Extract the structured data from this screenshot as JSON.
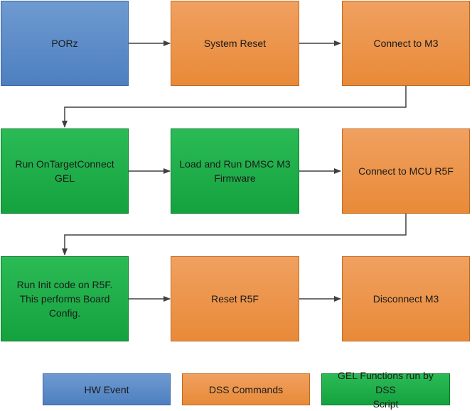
{
  "colors": {
    "hw_event": "#4f81bd",
    "dss_command": "#e98b3a",
    "gel_function": "#1aa541",
    "connector": "#404040"
  },
  "flow": [
    {
      "id": "porz",
      "label": "PORz",
      "kind": "hw_event"
    },
    {
      "id": "system-reset",
      "label": "System Reset",
      "kind": "dss_command"
    },
    {
      "id": "connect-m3",
      "label": "Connect to M3",
      "kind": "dss_command"
    },
    {
      "id": "run-ontargetconnect",
      "label": "Run OnTargetConnect\nGEL",
      "kind": "gel_function"
    },
    {
      "id": "load-run-dmsc",
      "label": "Load and Run DMSC M3\nFirmware",
      "kind": "gel_function"
    },
    {
      "id": "connect-mcu-r5f",
      "label": "Connect to MCU R5F",
      "kind": "dss_command"
    },
    {
      "id": "run-init-code",
      "label": "Run Init code on R5F.\nThis performs Board\nConfig.",
      "kind": "gel_function"
    },
    {
      "id": "reset-r5f",
      "label": "Reset R5F",
      "kind": "dss_command"
    },
    {
      "id": "disconnect-m3",
      "label": "Disconnect M3",
      "kind": "dss_command"
    }
  ],
  "legend": {
    "hw_event": "HW Event",
    "dss_commands": "DSS Commands",
    "gel_functions": "GEL Functions run by DSS\nScript"
  }
}
